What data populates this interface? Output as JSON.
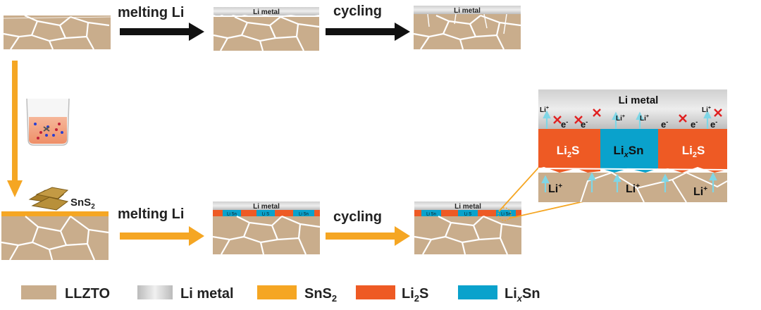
{
  "colors": {
    "llzto": "#c9ad8c",
    "grain_line": "#ffffff",
    "li_metal_light": "#e6e6e6",
    "li_metal_dark": "#b6b6b6",
    "sns2": "#f5a623",
    "li2s": "#ee5a24",
    "lixsn": "#0aa2cc",
    "arrow_black": "#111111",
    "arrow_orange": "#f5a623",
    "cross": "#e02020",
    "li_ion_arrow": "#7fd6e6",
    "text": "#222222"
  },
  "top_row": {
    "arrow1_label": "melting Li",
    "arrow2_label": "cycling",
    "li_metal_label": "Li metal"
  },
  "bottom_row": {
    "sns2_label_main": "SnS",
    "sns2_label_sub": "2",
    "arrow1_label": "melting Li",
    "arrow2_label": "cycling",
    "li_metal_label": "Li metal",
    "seg_lisn": "Li Sn",
    "seg_li2s": "Li S",
    "seg_lisn2": "Li Sn"
  },
  "zoom": {
    "li_metal_label": "Li metal",
    "li_plus": "Li",
    "sup_plus": "+",
    "e_minus": "e",
    "sup_minus": "-",
    "li2s_main": "Li",
    "li2s_sub": "2",
    "li2s_end": "S",
    "lixsn_main": "Li",
    "lixsn_sub": "x",
    "lixsn_end": "Sn"
  },
  "legend": {
    "llzto": "LLZTO",
    "li_metal": "Li metal",
    "sns2_main": "SnS",
    "sns2_sub": "2",
    "li2s_main": "Li",
    "li2s_sub": "2",
    "li2s_end": "S",
    "lixsn_main": "Li",
    "lixsn_sub": "x",
    "lixsn_end": "Sn"
  }
}
